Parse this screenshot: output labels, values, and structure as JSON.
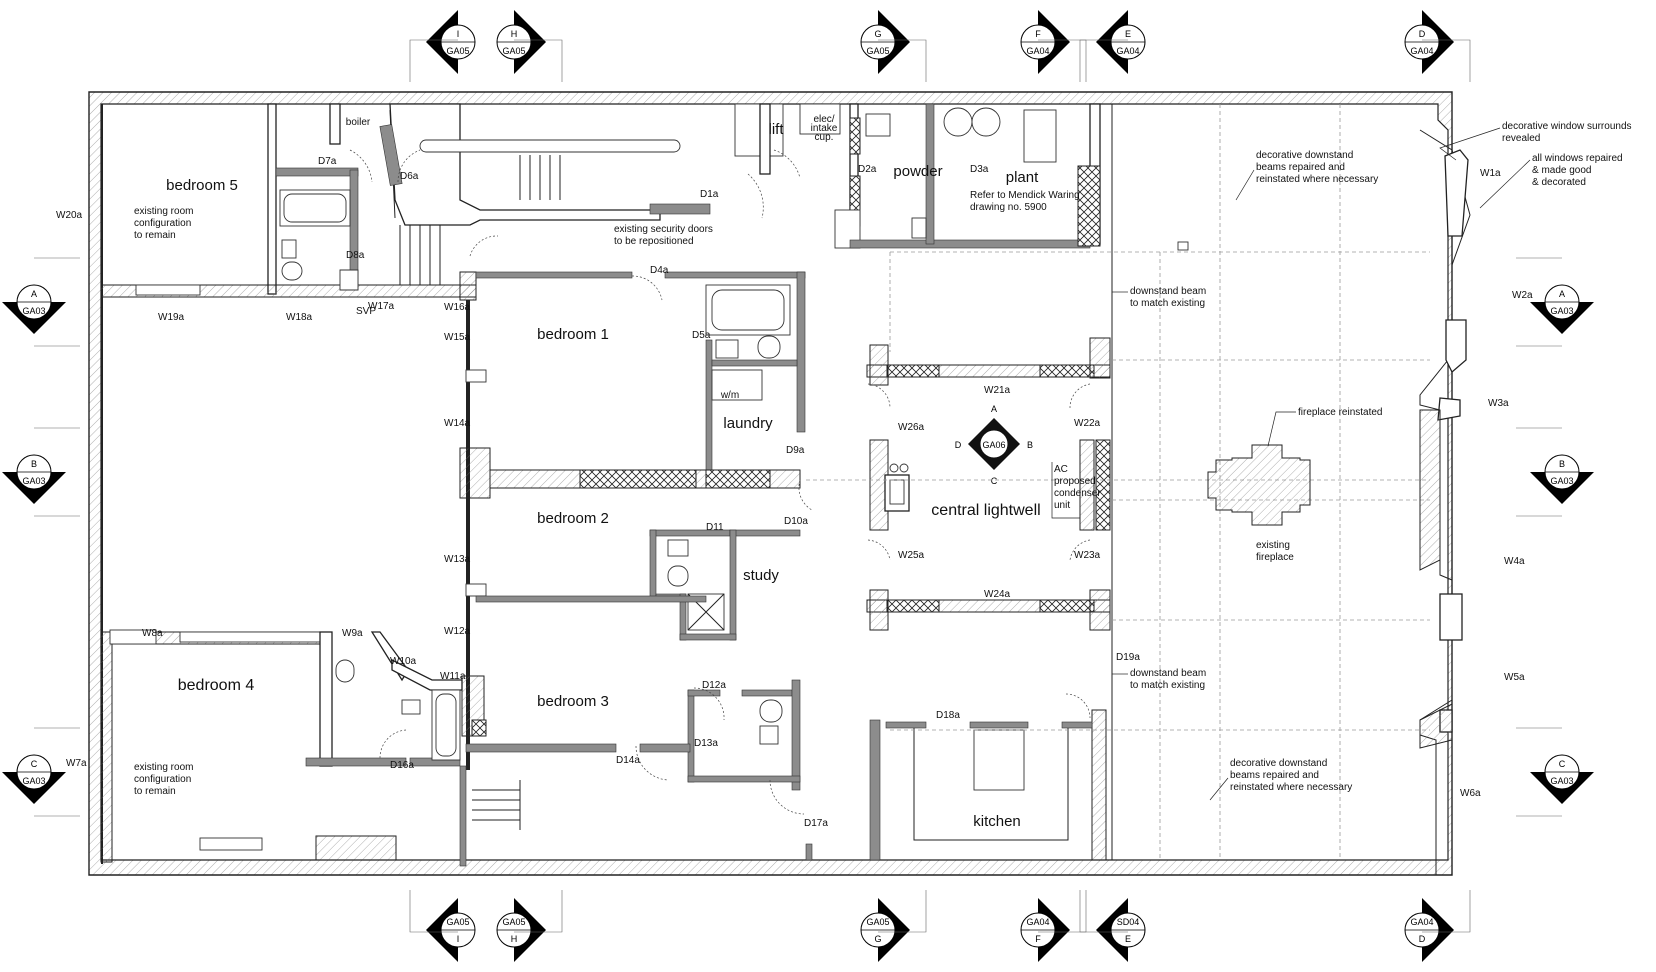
{
  "rooms": {
    "bedroom5": "bedroom 5",
    "boiler": "boiler",
    "lift": "lift",
    "elec": [
      "elec/",
      "intake",
      "cup."
    ],
    "powder": "powder",
    "plant": "plant",
    "bedroom1": "bedroom 1",
    "laundry": "laundry",
    "wm": "w/m",
    "bedroom2": "bedroom 2",
    "study": "study",
    "central_lightwell": "central lightwell",
    "bedroom4": "bedroom 4",
    "bedroom3": "bedroom 3",
    "kitchen": "kitchen"
  },
  "notes": {
    "existing_config_1": [
      "existing room",
      "configuration",
      "to remain"
    ],
    "existing_config_2": [
      "existing room",
      "configuration",
      "to remain"
    ],
    "security_doors": [
      "existing security doors",
      "to be repositioned"
    ],
    "mendick": [
      "Refer to Mendick Waring",
      "drawing no. 5900"
    ],
    "beams_top": [
      "decorative downstand",
      "beams repaired and",
      "reinstated where necessary"
    ],
    "beams_bottom": [
      "decorative downstand",
      "beams repaired and",
      "reinstated where necessary"
    ],
    "downstand_1": [
      "downstand beam",
      "to match existing"
    ],
    "downstand_2": [
      "downstand beam",
      "to match existing"
    ],
    "window_surrounds": [
      "decorative window surrounds",
      "revealed"
    ],
    "windows_repaired": [
      "all windows repaired",
      "& made good",
      "& decorated"
    ],
    "fireplace_reinstated": "fireplace reinstated",
    "existing_fireplace": [
      "existing",
      "fireplace"
    ],
    "ac": [
      "AC",
      "proposed",
      "condenser",
      "unit"
    ]
  },
  "labels": {
    "W20a": "W20a",
    "W19a": "W19a",
    "W18a": "W18a",
    "W17a": "W17a",
    "SVP": "SVP",
    "W16a": "W16a",
    "W15a": "W15a",
    "W14a": "W14a",
    "W13a": "W13a",
    "W12a": "W12a",
    "W11a": "W11a",
    "W10a": "W10a",
    "W9a": "W9a",
    "W8a": "W8a",
    "W7a": "W7a",
    "W1a": "W1a",
    "W2a": "W2a",
    "W3a": "W3a",
    "W4a": "W4a",
    "W5a": "W5a",
    "W6a": "W6a",
    "W21a": "W21a",
    "W22a": "W22a",
    "W23a": "W23a",
    "W24a": "W24a",
    "W25a": "W25a",
    "W26a": "W26a",
    "D1a": "D1a",
    "D2a": "D2a",
    "D3a": "D3a",
    "D4a": "D4a",
    "D5a": "D5a",
    "D6a": "D6a",
    "D7a": "D7a",
    "D8a": "D8a",
    "D9a": "D9a",
    "D10a": "D10a",
    "D11": "D11",
    "D12a": "D12a",
    "D13a": "D13a",
    "D14a": "D14a",
    "D16a": "D16a",
    "D17a": "D17a",
    "D18a": "D18a",
    "D19a": "D19a"
  },
  "section_markers": {
    "top": [
      {
        "letter": "I",
        "sheet": "GA05"
      },
      {
        "letter": "H",
        "sheet": "GA05"
      },
      {
        "letter": "G",
        "sheet": "GA05"
      },
      {
        "letter": "F",
        "sheet": "GA04"
      },
      {
        "letter": "E",
        "sheet": "GA04"
      },
      {
        "letter": "D",
        "sheet": "GA04"
      }
    ],
    "bottom": [
      {
        "letter": "I",
        "sheet": "GA05"
      },
      {
        "letter": "H",
        "sheet": "GA05"
      },
      {
        "letter": "G",
        "sheet": "GA05"
      },
      {
        "letter": "F",
        "sheet": "GA04"
      },
      {
        "letter": "E",
        "sheet": "SD04"
      },
      {
        "letter": "D",
        "sheet": "GA04"
      }
    ],
    "left": [
      {
        "letter": "A",
        "sheet": "GA03"
      },
      {
        "letter": "B",
        "sheet": "GA03"
      },
      {
        "letter": "C",
        "sheet": "GA03"
      }
    ],
    "right": [
      {
        "letter": "A",
        "sheet": "GA03"
      },
      {
        "letter": "B",
        "sheet": "GA03"
      },
      {
        "letter": "C",
        "sheet": "GA03"
      }
    ]
  },
  "elevation_key": {
    "sheet": "GA06",
    "n": "A",
    "e": "B",
    "s": "C",
    "w": "D"
  }
}
